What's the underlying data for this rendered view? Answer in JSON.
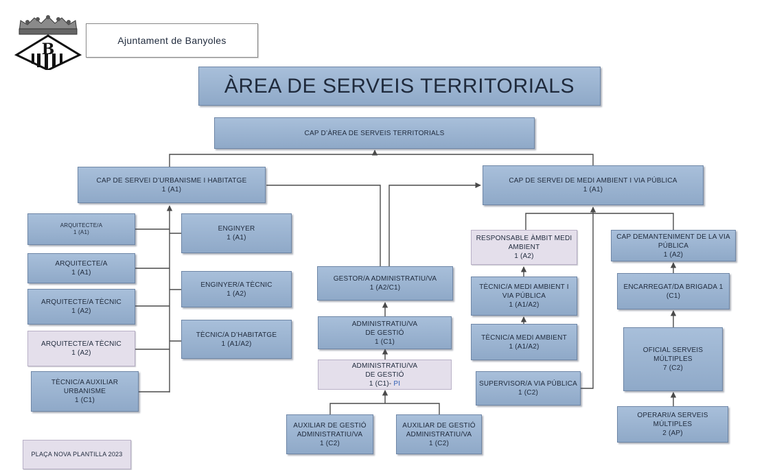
{
  "header": {
    "org_name": "Ajuntament de Banyoles",
    "logo_letter": "B",
    "logo_icon": "banyoles-coat-of-arms"
  },
  "title": "ÀREA DE SERVEIS TERRITORIALS",
  "head": {
    "line1": "CAP D’ÀREA DE SERVEIS TERRITORIALS"
  },
  "urbanisme": {
    "chief": {
      "line1": "CAP DE SERVEI D’URBANISME I HABITATGE",
      "line2": "1 (A1)"
    },
    "arquitecte1": {
      "line1": "ARQUITECTE/A",
      "line2": "1 (A1)"
    },
    "arquitecte2": {
      "line1": "ARQUITECTE/A",
      "line2": "1 (A1)"
    },
    "arquitecte_tecnic1": {
      "line1": "ARQUITECTE/A TÈCNIC",
      "line2": "1 (A2)"
    },
    "arquitecte_tecnic2": {
      "line1": "ARQUITECTE/A TÈCNIC",
      "line2": "1 (A2)"
    },
    "tecnic_auxiliar": {
      "line1": "TÈCNIC/A AUXILIAR",
      "line2": "URBANISME",
      "line3": "1 (C1)"
    },
    "enginyer": {
      "line1": "ENGINYER",
      "line2": "1 (A1)"
    },
    "enginyer_tecnic": {
      "line1": "ENGINYER/A TÈCNIC",
      "line2": "1 (A2)"
    },
    "tecnic_habitatge": {
      "line1": "TÈCNIC/A D’HABITATGE",
      "line2": "1 (A1/A2)"
    }
  },
  "admin": {
    "gestor": {
      "line1": "GESTOR/A ADMINISTRATIU/VA",
      "line2": "1  (A2/C1)"
    },
    "administratiu1": {
      "line1": "ADMINISTRATIU/VA",
      "line2": "DE GESTIÓ",
      "line3": "1  (C1)"
    },
    "administratiu2": {
      "line1": "ADMINISTRATIU/VA",
      "line2": "DE GESTIÓ",
      "line3": "1  (C1)-",
      "line3_suffix": " PI"
    },
    "auxiliar1": {
      "line1": "AUXILIAR DE GESTIÓ",
      "line2": "ADMINISTRATIU/VA",
      "line3": "1 (C2)"
    },
    "auxiliar2": {
      "line1": "AUXILIAR DE GESTIÓ",
      "line2": "ADMINISTRATIU/VA",
      "line3": "1 (C2)"
    }
  },
  "medi": {
    "chief": {
      "line1": "CAP DE SERVEI DE MEDI AMBIENT I VIA PÚBLICA",
      "line2": "1 (A1)"
    },
    "responsable": {
      "line1": "RESPONSABLE ÀMBIT MEDI",
      "line2": "AMBIENT",
      "line3": "1 (A2)"
    },
    "tecnic_medi_via": {
      "line1": "TÈCNIC/A MEDI AMBIENT I",
      "line2": "VIA PÚBLICA",
      "line3": "1 (A1/A2)"
    },
    "tecnic_medi": {
      "line1": "TÈCNIC/A MEDI AMBIENT",
      "line2": "1 (A1/A2)"
    },
    "supervisor": {
      "line1": "SUPERVISOR/A VIA PÚBLICA",
      "line2": "1 (C2)"
    },
    "cap_manteniment": {
      "line1": "CAP DEMANTENIMENT DE LA VIA",
      "line2": "PÚBLICA",
      "line3": "1 (A2)"
    },
    "encarregat": {
      "line1": "ENCARREGAT/DA BRIGADA 1",
      "line2": "(C1)"
    },
    "oficial": {
      "line1": "OFICIAL SERVEIS",
      "line2": "MÚLTIPLES",
      "line3": "7 (C2)"
    },
    "operari": {
      "line1": "OPERARI/A SERVEIS",
      "line2": "MÚLTIPLES",
      "line3": "2 (AP)"
    }
  },
  "legend": {
    "label": "PLAÇA NOVA PLANTILLA 2023",
    "color": "#e4dfeb"
  },
  "colors": {
    "box_fill": "#9bb3d1",
    "new_post_fill": "#e4dfeb",
    "connector": "#4a4a4a",
    "pi_text": "#2f5fb3"
  }
}
